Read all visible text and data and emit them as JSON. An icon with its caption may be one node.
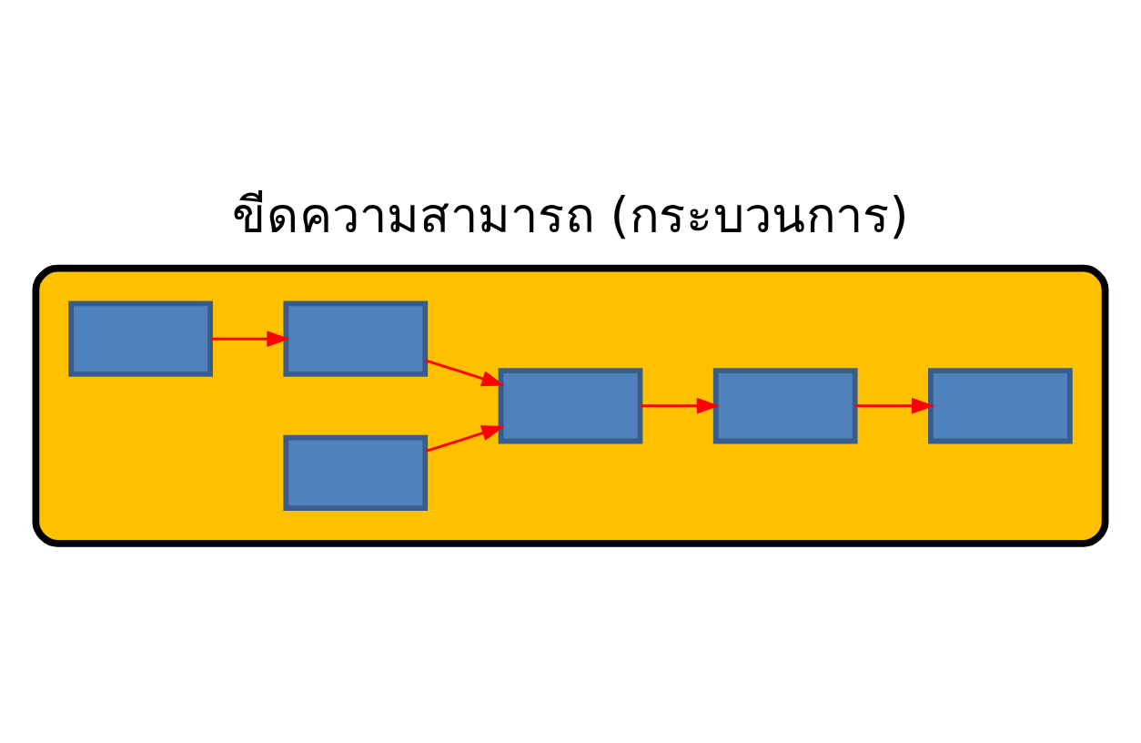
{
  "diagram": {
    "title": "ขีดความสามารถ (กระบวนการ)",
    "nodes": [
      {
        "text": [],
        "shape": "box"
      },
      {
        "text": [],
        "shape": "box",
        "in": 0
      },
      {
        "text": [],
        "shape": "box",
        "in": 0
      },
      {
        "text": [],
        "shape": "box",
        "in": 0
      },
      {
        "text": [],
        "shape": "box",
        "in": 0
      },
      {
        "text": [],
        "shape": "box",
        "in": 0
      },
      {
        "text": [],
        "shape": "box",
        "in": 0
      }
    ],
    "edges": [
      {
        "from": 1,
        "to": 2,
        "arrow": "to"
      },
      {
        "from": 2,
        "to": 4,
        "arrow": "to"
      },
      {
        "from": 3,
        "to": 4,
        "arrow": "to"
      },
      {
        "from": 4,
        "to": 5,
        "arrow": "to"
      },
      {
        "from": 5,
        "to": 6,
        "arrow": "to"
      }
    ]
  }
}
